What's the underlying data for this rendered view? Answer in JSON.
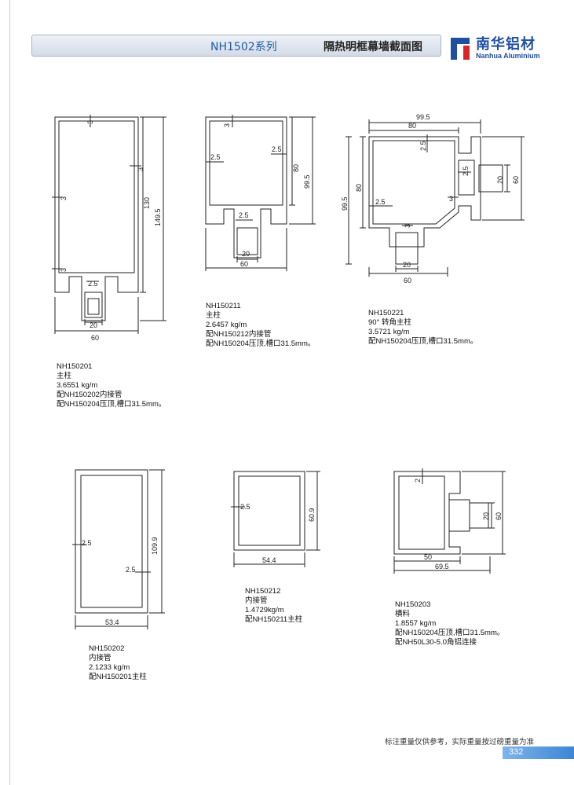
{
  "header": {
    "series": "NH1502系列",
    "title": "隔热明框幕墙截面图",
    "logo_cn": "南华铝材",
    "logo_en": "Nanhua Aluminium"
  },
  "profiles": [
    {
      "code": "NH150201",
      "name": "主柱",
      "weight": "3.6551 kg/m",
      "notes": [
        "配NH150202内接管",
        "配NH150204压顶,槽口31.5mm。"
      ],
      "dims": {
        "d1": "3",
        "d2": "3",
        "d3": "3",
        "d4": "3",
        "d5": "2.5",
        "d6": "130",
        "d7": "149.5",
        "d8": "20",
        "d9": "60"
      }
    },
    {
      "code": "NH150211",
      "name": "主柱",
      "weight": "2.6457 kg/m",
      "notes": [
        "配NH150212内接管",
        "配NH150204压顶,槽口31.5mm。"
      ],
      "dims": {
        "d1": "3",
        "d2": "2.5",
        "d3": "2.5",
        "d4": "80",
        "d5": "99.5",
        "d6": "2.5",
        "d7": "20",
        "d8": "60"
      }
    },
    {
      "code": "NH150221",
      "name": "90° 转角主柱",
      "weight": "3.5721 kg/m",
      "notes": [
        "配NH150204压顶,槽口31.5mm。"
      ],
      "dims": {
        "d1": "99.5",
        "d2": "80",
        "d3": "2.5",
        "d4": "2.5",
        "d5": "20",
        "d6": "60",
        "d7": "99.5",
        "d8": "80",
        "d9": "3",
        "d10": "2.5",
        "d11": "3",
        "d12": "20",
        "d13": "60"
      }
    },
    {
      "code": "NH150202",
      "name": "内接管",
      "weight": "2.1233 kg/m",
      "notes": [
        "配NH150201主柱"
      ],
      "dims": {
        "d1": "2.5",
        "d2": "2.5",
        "d3": "109.9",
        "d4": "53.4"
      }
    },
    {
      "code": "NH150212",
      "name": "内接管",
      "weight": "1.4729kg/m",
      "notes": [
        "配NH150211主柱"
      ],
      "dims": {
        "d1": "2.5",
        "d2": "60.9",
        "d3": "54.4"
      }
    },
    {
      "code": "NH150203",
      "name": "横料",
      "weight": "1.8557 kg/m",
      "notes": [
        "配NH150204压顶,槽口31.5mm。",
        "配NH50L30-5.0角铝连接"
      ],
      "dims": {
        "d1": "2",
        "d2": "20",
        "d3": "60",
        "d4": "50",
        "d5": "69.5"
      }
    }
  ],
  "footer": {
    "note": "标注重量仅供参考，实际重量按过磅重量为准",
    "page": "332"
  },
  "colors": {
    "brand": "#1f4fa1",
    "accent": "#3d86d6",
    "profile_stroke": "#222222"
  }
}
